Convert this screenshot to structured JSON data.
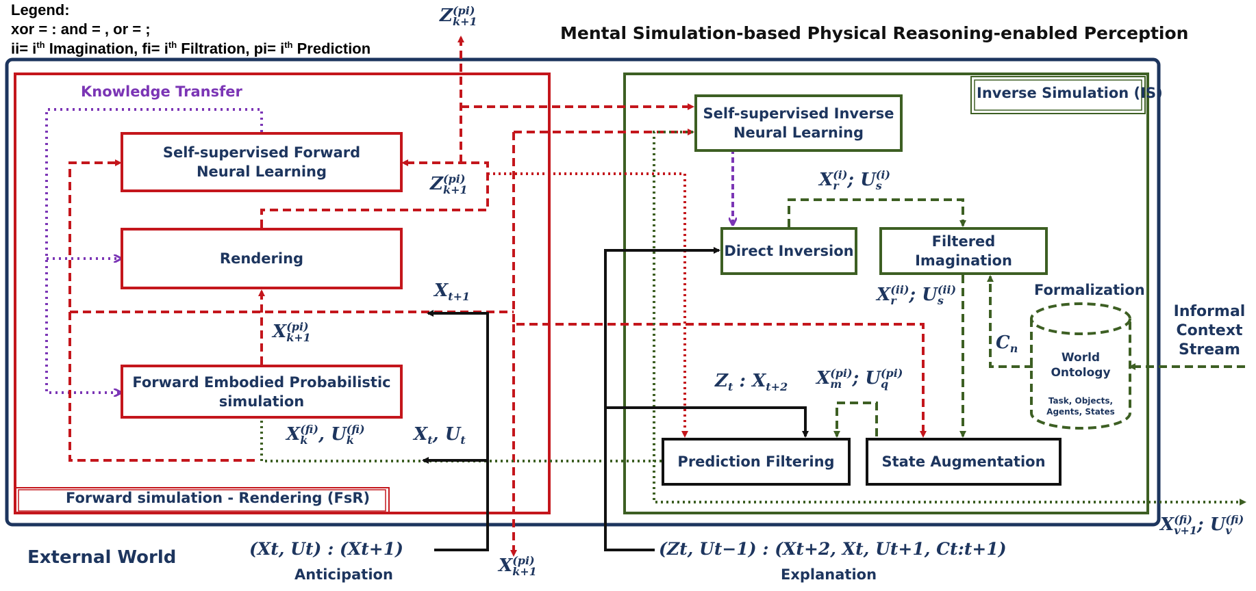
{
  "legend": {
    "title": "Legend:",
    "line2": "xor = :       and = ,         or = ;",
    "line3_a": "ii= i",
    "line3_a_sup": "th",
    "line3_b": " Imagination,  fi= i",
    "line3_b_sup": "th",
    "line3_c": "  Filtration, pi= i",
    "line3_c_sup": "th",
    "line3_d": " Prediction"
  },
  "title": "Mental Simulation-based Physical Reasoning-enabled Perception",
  "fsr": {
    "label": "Forward simulation - Rendering (FsR)",
    "knowledge_transfer": "Knowledge Transfer",
    "forward_learning": "Self-supervised Forward Neural Learning",
    "rendering": "Rendering",
    "forward_sim": "Forward Embodied Probabilistic simulation"
  },
  "is": {
    "label": "Inverse Simulation (IS)",
    "inverse_learning": "Self-supervised Inverse Neural Learning",
    "direct_inversion": "Direct Inversion",
    "filtered_imagination": "Filtered Imagination",
    "formalization": "Formalization",
    "world_ontology": "World Ontology",
    "ontology_sub": "Task, Objects, Agents, States"
  },
  "blocks": {
    "prediction_filtering": "Prediction Filtering",
    "state_augmentation": "State Augmentation"
  },
  "math": {
    "z_top": "Z",
    "z_top_sup": "(pi)",
    "z_top_sub": "k+1",
    "z_mid": "Z",
    "z_mid_sup": "(pi)",
    "z_mid_sub": "k+1",
    "x_t1": "X",
    "x_t1_sub": "t+1",
    "x_pi": "X",
    "x_pi_sup": "(pi)",
    "x_pi_sub": "k+1",
    "xk_fi": "X",
    "xk_fi_sup": "(fi)",
    "xk_fi_sub": "k",
    "uk_fi": "U",
    "uk_fi_sup": "(fi)",
    "uk_fi_sub": "k",
    "xt_ut": "X",
    "xt_ut_sub": "t",
    "xt_ut_u": "U",
    "xt_ut_u_sub": "t",
    "xr_i": "X",
    "xr_i_sup": "(i)",
    "xr_i_sub": "r",
    "us_i": "U",
    "us_i_sup": "(i)",
    "us_i_sub": "s",
    "xr_ii": "X",
    "xr_ii_sup": "(ii)",
    "xr_ii_sub": "r",
    "us_ii": "U",
    "us_ii_sup": "(ii)",
    "us_ii_sub": "s",
    "cn": "C",
    "cn_sub": "n",
    "zt": "Z",
    "zt_sub": "t",
    "zt_x": "X",
    "zt_x_sub": "t+2",
    "xm_pi": "X",
    "xm_pi_sup": "(pi)",
    "xm_pi_sub": "m",
    "uq_pi": "U",
    "uq_pi_sup": "(pi)",
    "uq_pi_sub": "q",
    "xv_fi": "X",
    "xv_fi_sup": "(fi)",
    "xv_fi_sub": "v+1",
    "uv_fi": "U",
    "uv_fi_sup": "(fi)",
    "uv_fi_sub": "v",
    "x_bottom": "X",
    "x_bottom_sup": "(pi)",
    "x_bottom_sub": "k+1",
    "anticipation_expr": "(X",
    "anticipation_expr_full": "(Xt, Ut) : (Xt+1)",
    "explanation_expr_full": "(Zt, Ut−1) : (Xt+2, Xt, Ut+1, Ct:t+1)"
  },
  "informal_context": "Informal Context Stream",
  "external_world": "External World",
  "anticipation": "Anticipation",
  "explanation": "Explanation",
  "colors": {
    "red": "#c4161c",
    "green": "#3d5f23",
    "navy": "#1d355e",
    "purple": "#7b35b5",
    "black": "#111111"
  }
}
